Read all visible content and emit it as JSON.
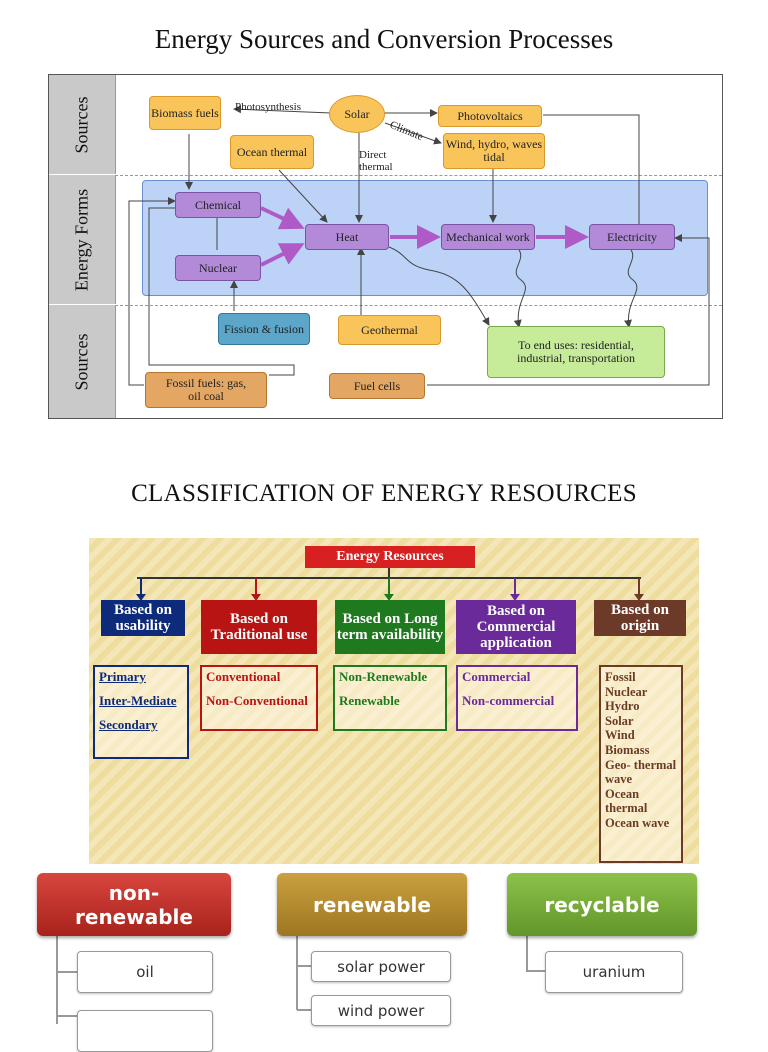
{
  "title_top": "Energy Sources and Conversion Processes",
  "title_mid": "CLASSIFICATION OF ENERGY RESOURCES",
  "diagram1": {
    "band_labels": [
      "Sources",
      "Energy Forms",
      "Sources"
    ],
    "nodes": {
      "biomass": "Biomass fuels",
      "solar": "Solar",
      "photovoltaics": "Photovoltaics",
      "ocean_thermal": "Ocean thermal",
      "wind": "Wind, hydro, waves tidal",
      "chemical": "Chemical",
      "nuclear": "Nuclear",
      "heat": "Heat",
      "mechanical": "Mechanical work",
      "electricity": "Electricity",
      "fission": "Fission & fusion",
      "geothermal": "Geothermal",
      "end_uses": "To end uses: residential, industrial, transportation",
      "fossil": "Fossil fuels: gas, oil coal",
      "fuel_cells": "Fuel cells"
    },
    "edge_labels": {
      "photosynthesis": "Photosynthesis",
      "climate": "Climate",
      "direct_thermal": "Direct thermal"
    }
  },
  "diagram2": {
    "root": "Energy Resources",
    "categories": [
      {
        "heading": "Based on usability",
        "color": "#0e2a7a",
        "items": [
          "Primary",
          "Inter-Mediate",
          "Secondary"
        ]
      },
      {
        "heading": "Based on Traditional use",
        "color": "#b81414",
        "items": [
          "Conventional",
          "Non-Conventional"
        ]
      },
      {
        "heading": "Based on Long term availability",
        "color": "#1f7a1f",
        "items": [
          "Non-Renewable",
          "Renewable"
        ]
      },
      {
        "heading": "Based on Commercial application",
        "color": "#6a2a9a",
        "items": [
          "Commercial",
          "Non-commercial"
        ]
      },
      {
        "heading": "Based on origin",
        "color": "#6b3a28",
        "items": [
          "Fossil",
          "Nuclear",
          "Hydro",
          "Solar",
          "Wind",
          "Biomass",
          "Geo- thermal",
          "wave",
          "Ocean thermal",
          "Ocean wave"
        ]
      }
    ]
  },
  "bottom": {
    "groups": [
      {
        "title": "non-renewable",
        "color": "#c0312b",
        "items": [
          "oil",
          ""
        ]
      },
      {
        "title": "renewable",
        "color": "#b38a2a",
        "items": [
          "solar power",
          "wind power"
        ]
      },
      {
        "title": "recyclable",
        "color": "#79b03a",
        "items": [
          "uranium"
        ]
      }
    ]
  }
}
